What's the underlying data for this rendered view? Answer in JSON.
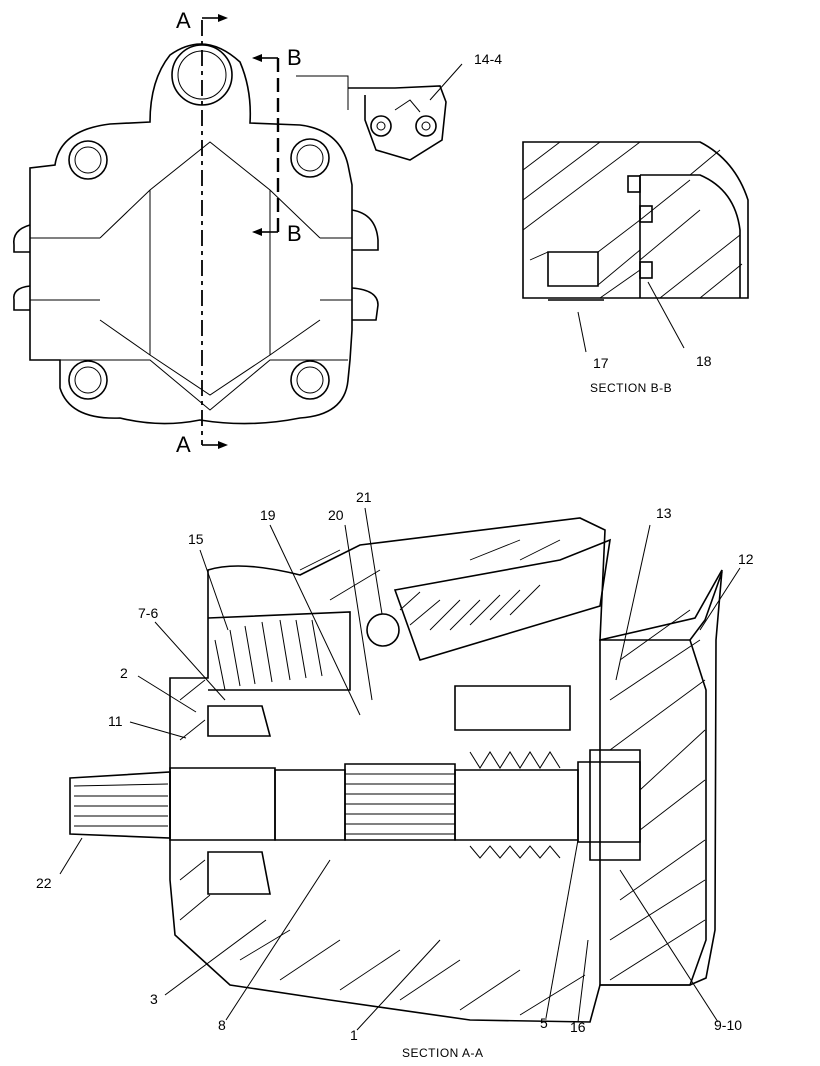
{
  "views": {
    "top_view": {
      "cut_labels": [
        "A",
        "A",
        "B",
        "B"
      ],
      "callouts": [
        "14-4"
      ]
    },
    "section_bb": {
      "title": "SECTION B-B",
      "callouts": [
        "17",
        "18"
      ]
    },
    "section_aa": {
      "title": "SECTION A-A",
      "callouts": [
        "19",
        "20",
        "21",
        "13",
        "12",
        "15",
        "7-6",
        "2",
        "11",
        "22",
        "3",
        "8",
        "1",
        "5",
        "16",
        "9-10"
      ]
    }
  }
}
